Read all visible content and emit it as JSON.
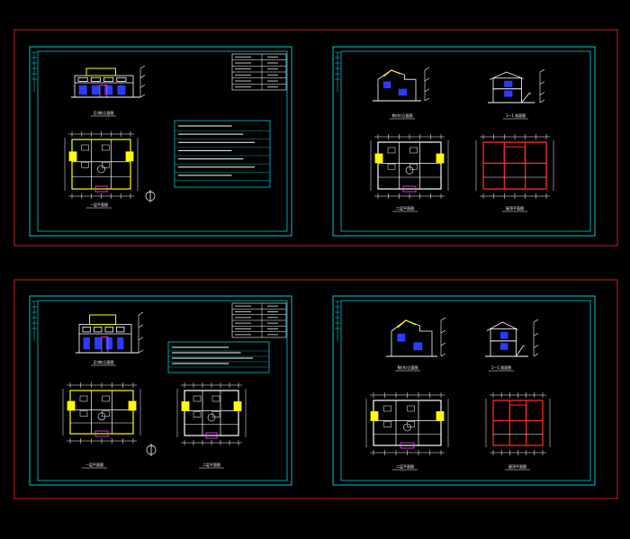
{
  "colors": {
    "background": "#000000",
    "outer_frame": "#cc1f1f",
    "sheet_border": "#00c8d2",
    "linework": "#ffffff",
    "highlight": "#ffff00",
    "wall": "#ff2a2a",
    "window": "#2a3cff",
    "accent": "#ff44ff"
  },
  "sheets": [
    {
      "id": "s1",
      "labels": {
        "elev": "正(南)立面图",
        "plan1": "一层平面图"
      },
      "titleblock_rows": 6,
      "notes_lines": 7
    },
    {
      "id": "s2",
      "labels": {
        "elev": "侧(东)立面图",
        "section": "1—1 剖面图",
        "plan2": "二层平面图",
        "plan3": "屋顶平面图"
      }
    },
    {
      "id": "s3",
      "labels": {
        "elev": "正(南)立面图",
        "plan1": "一层平面图",
        "plan2": "二层平面图"
      },
      "titleblock_rows": 6,
      "notes_lines": 4
    },
    {
      "id": "s4",
      "labels": {
        "elev": "侧(东)立面图",
        "section": "1—1 剖面图",
        "plan2": "二层平面图",
        "plan3": "屋顶平面图"
      }
    }
  ]
}
